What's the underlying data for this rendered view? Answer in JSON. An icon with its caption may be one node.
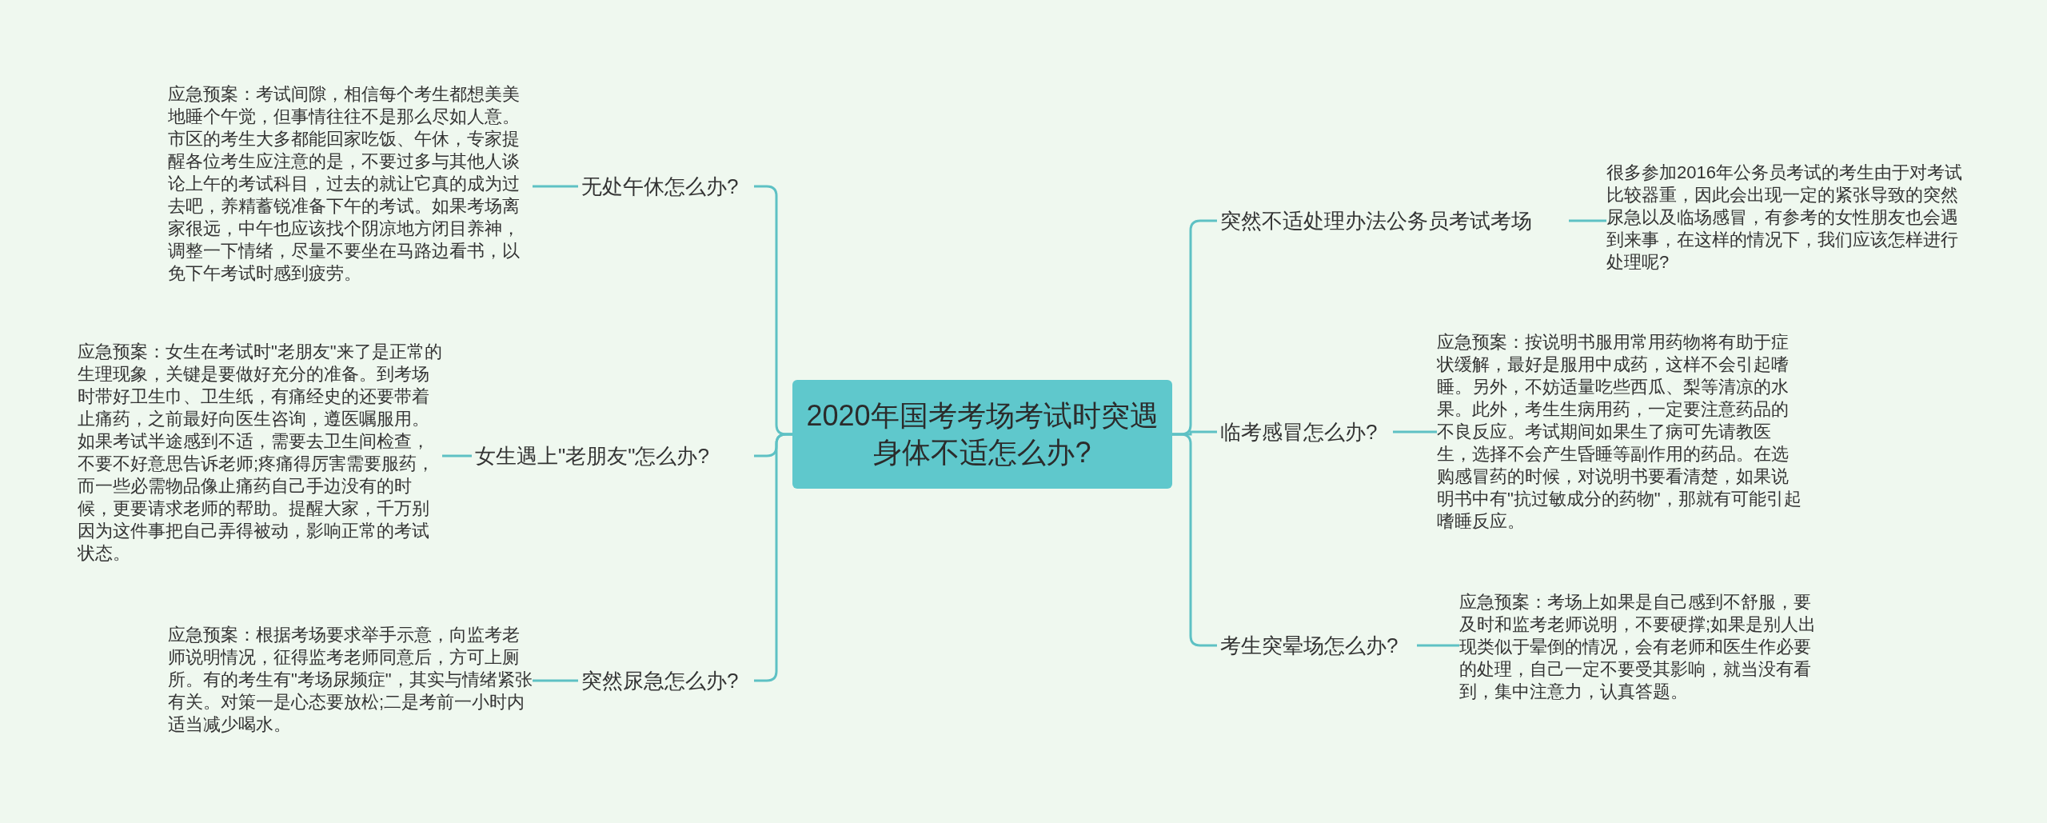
{
  "diagram": {
    "nodes": [
      {
        "text": [
          "2020年国考考场考试时突遇身体不适怎么办?"
        ]
      },
      {
        "text": [
          "无处午休怎么办?"
        ]
      },
      {
        "text": [
          "应急预案：考试间隙，相信每个考生都想美美地睡个午觉，但事情往往不是那么尽如人意。市区的考生大多都能回家吃饭、午休，专家提醒各位考生应注意的是，不要过多与其他人谈论上午的考试科目，过去的就让它真的成为过去吧，养精蓄锐准备下午的考试。如果考场离家很远，中午也应该找个阴凉地方闭目养神，调整一下情绪，尽量不要坐在马路边看书，以免下午考试时感到疲劳。"
        ]
      },
      {
        "text": [
          "女生遇上\"老朋友\"怎么办?"
        ]
      },
      {
        "text": [
          "应急预案：女生在考试时\"老朋友\"来了是正常的生理现象，关键是要做好充分的准备。到考场时带好卫生巾、卫生纸，有痛经史的还要带着止痛药，之前最好向医生咨询，遵医嘱服用。如果考试半途感到不适，需要去卫生间检查，不要不好意思告诉老师;疼痛得厉害需要服药，而一些必需物品像止痛药自己手边没有的时候，更要请求老师的帮助。提醒大家，千万别因为这件事把自己弄得被动，影响正常的考试状态。"
        ]
      },
      {
        "text": [
          "突然尿急怎么办?"
        ]
      },
      {
        "text": [
          "应急预案：根据考场要求举手示意，向监考老师说明情况，征得监考老师同意后，方可上厕所。有的考生有\"考场尿频症\"，其实与情绪紧张有关。对策一是心态要放松;二是考前一小时内适当减少喝水。"
        ]
      },
      {
        "text": [
          "突然不适处理办法公务员考试考场"
        ]
      },
      {
        "text": [
          "很多参加2016年公务员考试的考生由于对考试比较器重，因此会出现一定的紧张导致的突然尿急以及临场感冒，有参考的女性朋友也会遇到来事，在这样的情况下，我们应该怎样进行处理呢?"
        ]
      },
      {
        "text": [
          "临考感冒怎么办?"
        ]
      },
      {
        "text": [
          "应急预案：按说明书服用常用药物将有助于症状缓解，最好是服用中成药，这样不会引起嗜睡。另外，不妨适量吃些西瓜、梨等清凉的水果。此外，考生生病用药，一定要注意药品的不良反应。考试期间如果生了病可先请教医生，选择不会产生昏睡等副作用的药品。在选购感冒药的时候，对说明书要看清楚，如果说明书中有\"抗过敏成分的药物\"，那就有可能引起嗜睡反应。"
        ]
      },
      {
        "text": [
          "考生突晕场怎么办?"
        ]
      },
      {
        "text": [
          "应急预案：考场上如果是自己感到不舒服，要及时和监考老师说明，不要硬撑;如果是别人出现类似于晕倒的情况，会有老师和医生作必要的处理，自己一定不要受其影响，就当没有看到，集中注意力，认真答题。"
        ]
      }
    ],
    "edges": [
      {
        "from": 0,
        "to": 1,
        "arrow": "none"
      },
      {
        "from": 0,
        "to": 3,
        "arrow": "none"
      },
      {
        "from": 0,
        "to": 5,
        "arrow": "none"
      },
      {
        "from": 0,
        "to": 7,
        "arrow": "none"
      },
      {
        "from": 0,
        "to": 9,
        "arrow": "none"
      },
      {
        "from": 0,
        "to": 11,
        "arrow": "none"
      },
      {
        "from": 1,
        "to": 2,
        "arrow": "none"
      },
      {
        "from": 3,
        "to": 4,
        "arrow": "none"
      },
      {
        "from": 5,
        "to": 6,
        "arrow": "none"
      },
      {
        "from": 7,
        "to": 8,
        "arrow": "none"
      },
      {
        "from": 9,
        "to": 10,
        "arrow": "none"
      },
      {
        "from": 11,
        "to": 12,
        "arrow": "none"
      }
    ]
  }
}
